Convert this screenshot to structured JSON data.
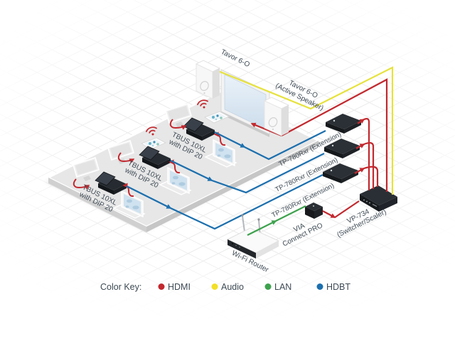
{
  "diagram": {
    "tavor_left_label": "Tavor 6-O",
    "tavor_right_label_line1": "Tavor 6-O",
    "tavor_right_label_line2": "(Active Speaker)",
    "receiver_labels": [
      "TP-780Rxr (Extension)",
      "TP-780Rxr (Extension)",
      "TP-780Rxr (Extension)"
    ],
    "tbus_labels_line1": [
      "TBUS 10XL",
      "TBUS 10XL",
      "TBUS 10XL"
    ],
    "tbus_labels_line2": [
      "with DIP 20",
      "with DIP 20",
      "with DIP 20"
    ],
    "via_label_line1": "VIA",
    "via_label_line2": "Connect PRO",
    "vp_label_line1": "VP-734",
    "vp_label_line2": "(Switcher/Scaler)",
    "router_label": "Wi-Fi Router"
  },
  "legend": {
    "title": "Color Key:",
    "items": [
      {
        "label": "HDMI",
        "color": "#c2282e"
      },
      {
        "label": "Audio",
        "color": "#f2df25"
      },
      {
        "label": "LAN",
        "color": "#3ea24e"
      },
      {
        "label": "HDBT",
        "color": "#1b6fae"
      }
    ]
  },
  "colors": {
    "hdmi": "#c2282e",
    "audio": "#e6e23c",
    "lan": "#3ea24e",
    "hdbt": "#1b6fae"
  }
}
